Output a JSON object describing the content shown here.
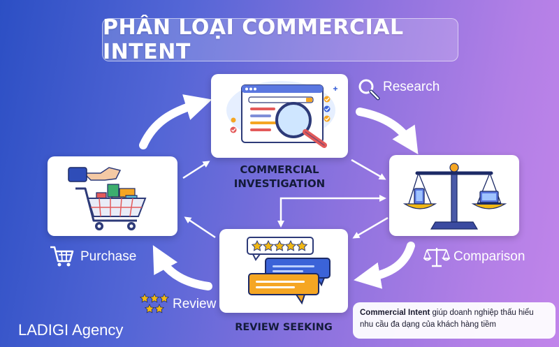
{
  "title": "PHÂN LOẠI COMMERCIAL INTENT",
  "nodes": {
    "investigation": "COMMERCIAL INVESTIGATION",
    "review_seeking": "REVIEW SEEKING"
  },
  "side_labels": {
    "research": "Research",
    "purchase": "Purchase",
    "comparison": "Comparison",
    "review": "Review"
  },
  "brand": "LADIGI Agency",
  "note": {
    "bold": "Commercial Intent",
    "text": " giúp doanh nghiệp thấu hiểu",
    "line2": "nhu cầu đa dạng của khách hàng tiềm"
  },
  "colors": {
    "accent_blue": "#3b63d8",
    "accent_orange": "#f5a623",
    "gold": "#f1b814"
  },
  "icons": [
    "search-icon",
    "cart-icon",
    "scale-icon",
    "stars-icon"
  ]
}
